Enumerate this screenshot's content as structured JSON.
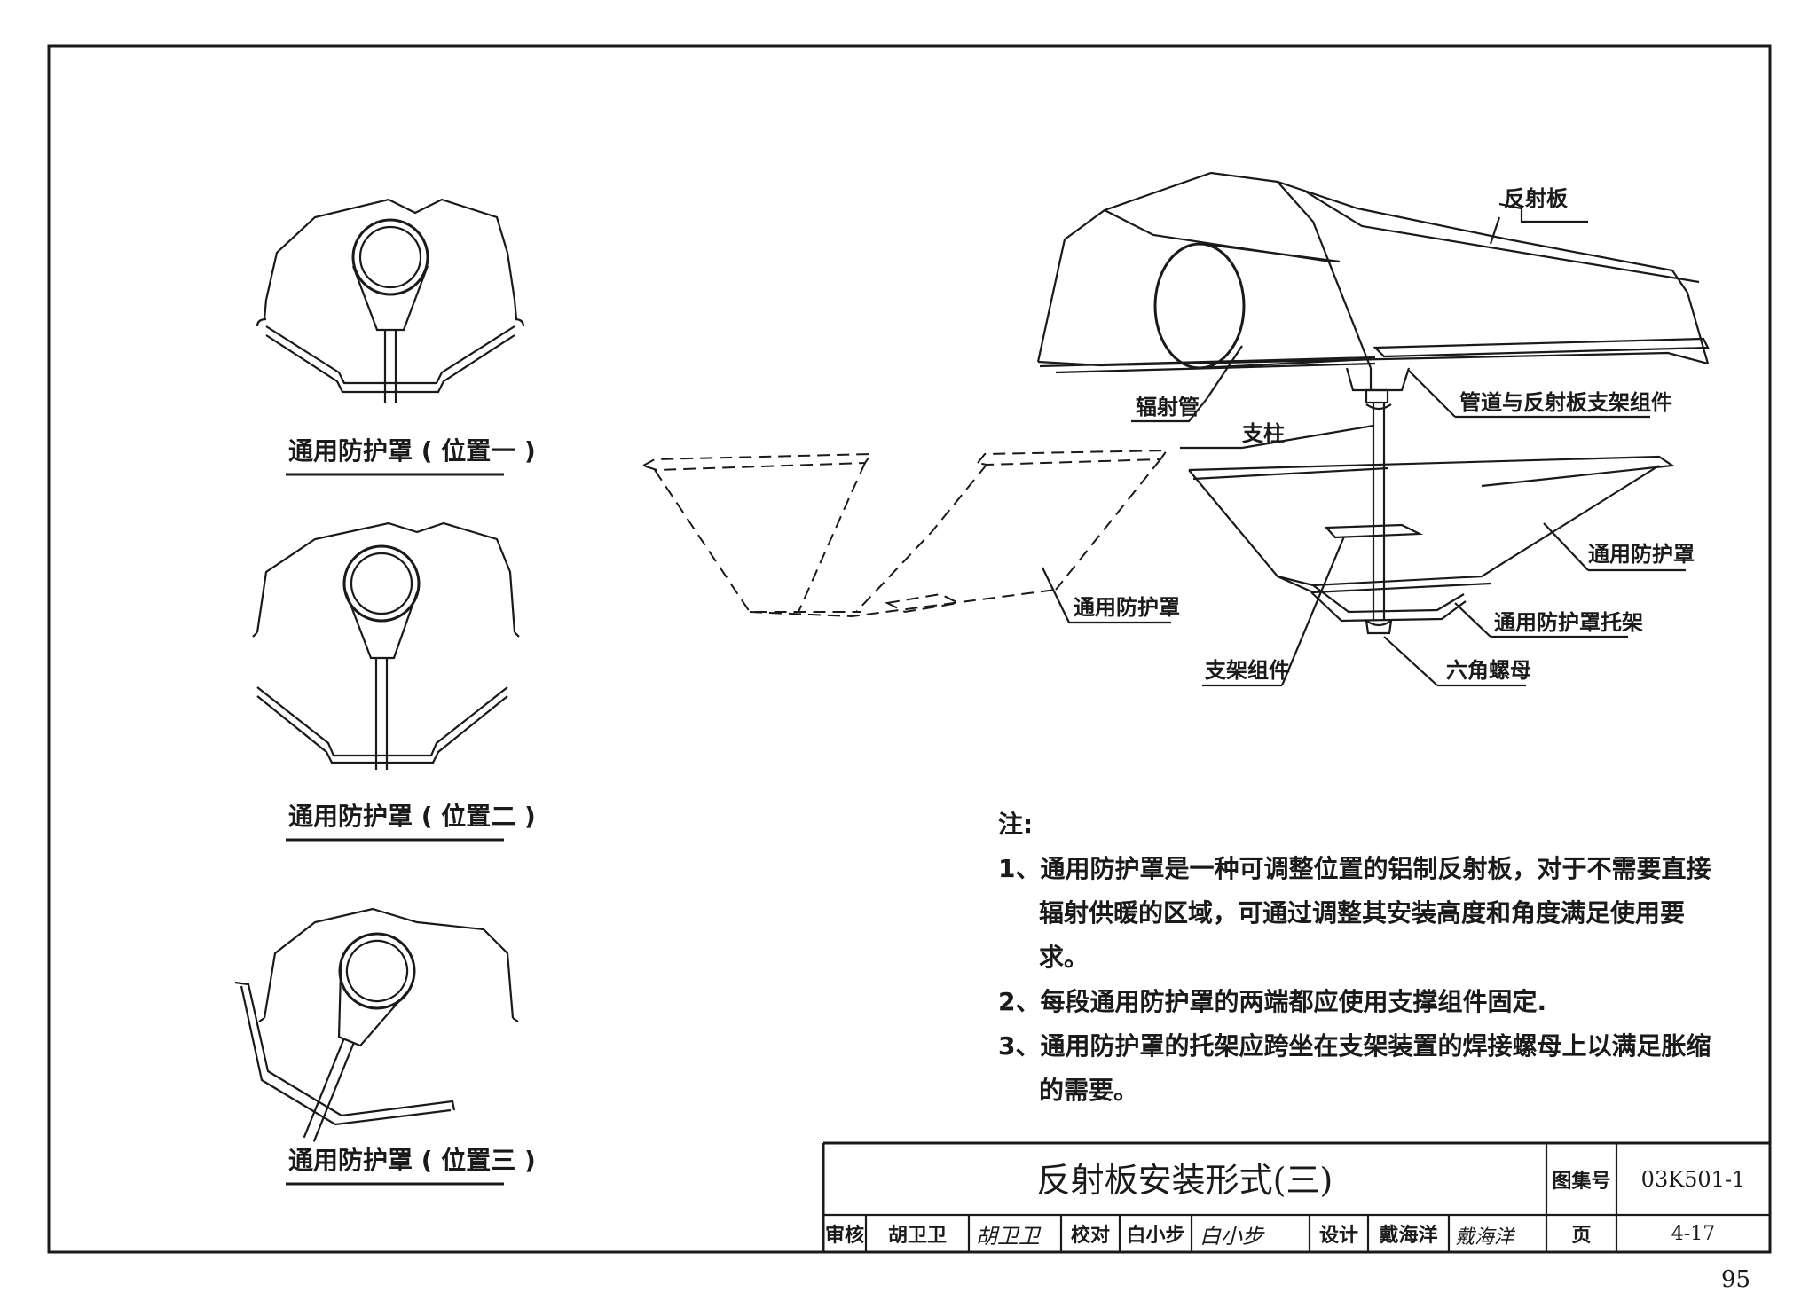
{
  "drawing": {
    "labels": {
      "reflector": "反射板",
      "radiant_tube": "辐射管",
      "pipe_bracket_assembly": "管道与反射板支架组件",
      "post": "支柱",
      "shield_right": "通用防护罩",
      "shield_left": "通用防护罩",
      "shield_bracket": "通用防护罩托架",
      "bracket_assembly": "支架组件",
      "hex_nut": "六角螺母"
    },
    "captions": [
      "通用防护罩 ( 位置一 )",
      "通用防护罩 ( 位置二 )",
      "通用防护罩 ( 位置三 )"
    ]
  },
  "notes": {
    "heading": "注:",
    "items": [
      "1、通用防护罩是一种可调整位置的铝制反射板，对于不需要直接辐射供暖的区域，可通过调整其安装高度和角度满足使用要求。",
      "2、每段通用防护罩的两端都应使用支撑组件固定.",
      "3、通用防护罩的托架应跨坐在支架装置的焊接螺母上以满足胀缩的需要。"
    ]
  },
  "title_block": {
    "title": "反射板安装形式(三)",
    "atlas_label": "图集号",
    "atlas_no": "03K501-1",
    "review_label": "审核",
    "reviewer": "胡卫卫",
    "check_label": "校对",
    "checker": "白小步",
    "design_label": "设计",
    "designer": "戴海洋",
    "page_label": "页",
    "page_ref": "4-17",
    "reviewer_sig": "胡卫卫",
    "checker_sig": "白小步",
    "designer_sig": "戴海洋"
  },
  "page_number": "95"
}
